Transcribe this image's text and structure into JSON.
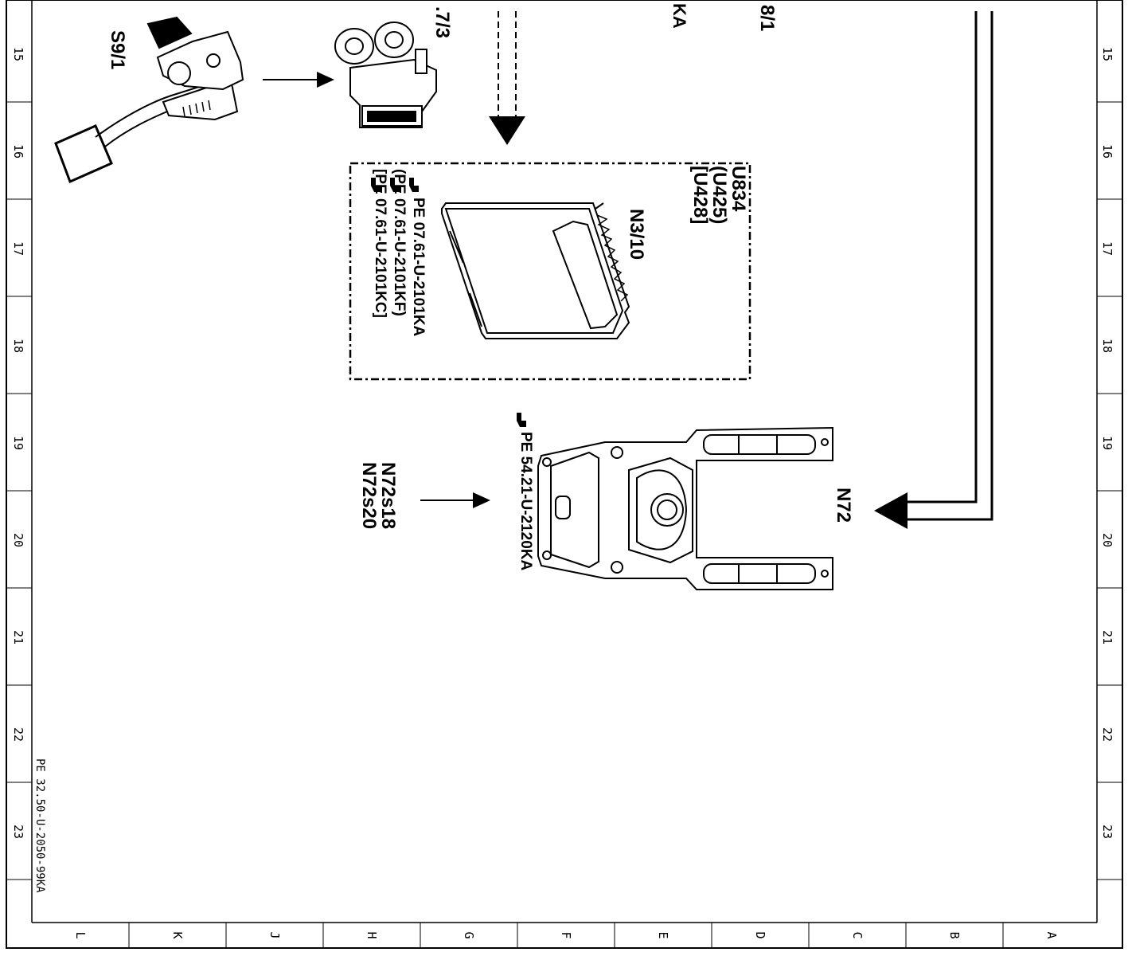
{
  "diagram": {
    "labels": {
      "s9_1": "S9/1",
      "x7_3": ".7/3",
      "xa": "KA",
      "x8_1": "8/1",
      "n3_10": "N3/10",
      "u834": "U834",
      "u425": "(U425)",
      "u428": "[U428]",
      "n72": "N72",
      "n72s18": "N72s18",
      "n72s20": "N72s20"
    },
    "references": {
      "ref_a": "PE 07.61-U-2101KA",
      "ref_f": "(PE 07.61-U-2101KF)",
      "ref_c": "[PE 07.61-U-2101KC]",
      "ref_n72": "PE 54.21-U-2120KA",
      "doc_code": "PE 32.50-U-2050-99KA"
    },
    "ruler": {
      "rows": [
        "15",
        "16",
        "17",
        "18",
        "19",
        "20",
        "21",
        "22",
        "23"
      ],
      "columns": [
        "L",
        "K",
        "J",
        "H",
        "G",
        "F",
        "E",
        "D",
        "C",
        "B",
        "A"
      ]
    },
    "icons": [
      "pointing-hand-icon",
      "arrow-icon"
    ]
  }
}
